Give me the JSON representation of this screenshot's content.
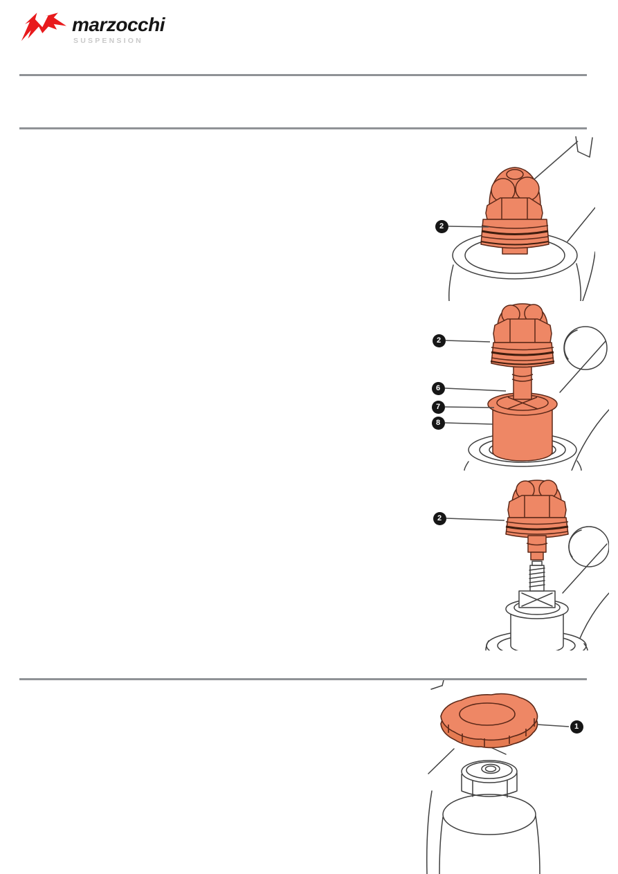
{
  "header": {
    "logo": {
      "brand": "marzocchi",
      "tagline": "SUSPENSION",
      "icon": "marzocchi-m-logo",
      "icon_color": "#e81a1c",
      "brand_color": "#161616",
      "tagline_color": "#c9c9c9"
    }
  },
  "style": {
    "page_bg": "#ffffff",
    "divider_color": "#8f9296",
    "part_fill": "#ee8765",
    "part_outline": "#5b2818",
    "lineart_color": "#3f3f3f",
    "leader_color": "#4a4a4a",
    "callout_bg": "#161616",
    "callout_text_color": "#ffffff"
  },
  "figures": [
    {
      "name": "fork-cap-installed-on-stanchion",
      "callouts": [
        {
          "label": "2"
        }
      ]
    },
    {
      "name": "fork-cap-with-pumping-element",
      "callouts": [
        {
          "label": "2"
        },
        {
          "label": "6"
        },
        {
          "label": "7"
        },
        {
          "label": "8"
        }
      ]
    },
    {
      "name": "fork-cap-above-threaded-rod",
      "callouts": [
        {
          "label": "2"
        }
      ]
    },
    {
      "name": "adjuster-knob-above-fork-leg",
      "callouts": [
        {
          "label": "1"
        }
      ]
    }
  ]
}
